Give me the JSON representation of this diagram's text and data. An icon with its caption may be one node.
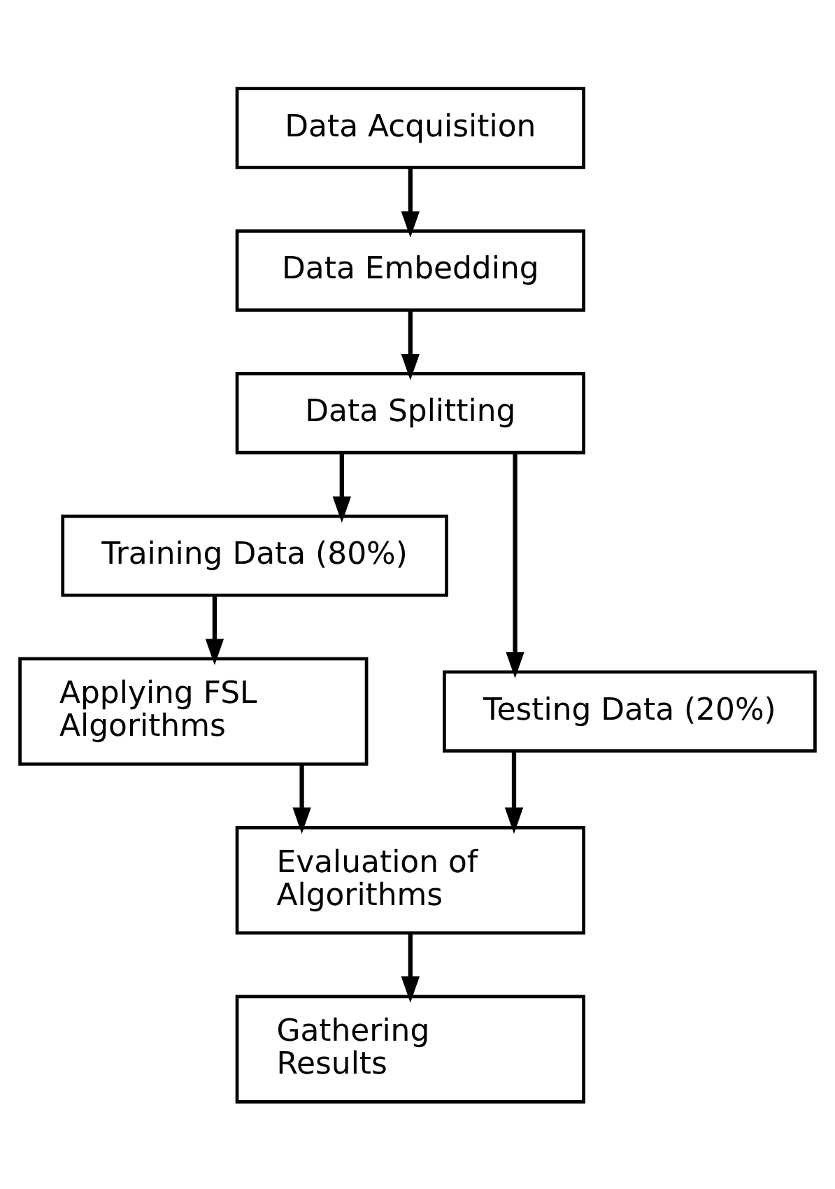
{
  "diagram": {
    "nodes": [
      {
        "text": [
          "Data Acquisition"
        ]
      },
      {
        "text": [
          "Data Embedding"
        ]
      },
      {
        "text": [
          "Data Splitting"
        ]
      },
      {
        "text": [
          "Training Data (80%)"
        ]
      },
      {
        "text": [
          "Testing Data (20%)"
        ]
      },
      {
        "text": [
          "Applying FSL Algorithms"
        ]
      },
      {
        "text": [
          "Evaluation of Algorithms"
        ]
      },
      {
        "text": [
          "Gathering Results"
        ]
      }
    ],
    "edges": [
      {
        "from": 0,
        "to": 1,
        "arrow": "to"
      },
      {
        "from": 1,
        "to": 2,
        "arrow": "to"
      },
      {
        "from": 2,
        "to": 3,
        "arrow": "to"
      },
      {
        "from": 2,
        "to": 4,
        "arrow": "to"
      },
      {
        "from": 3,
        "to": 5,
        "arrow": "to"
      },
      {
        "from": 5,
        "to": 6,
        "arrow": "to"
      },
      {
        "from": 4,
        "to": 6,
        "arrow": "to"
      },
      {
        "from": 6,
        "to": 7,
        "arrow": "to"
      }
    ]
  }
}
